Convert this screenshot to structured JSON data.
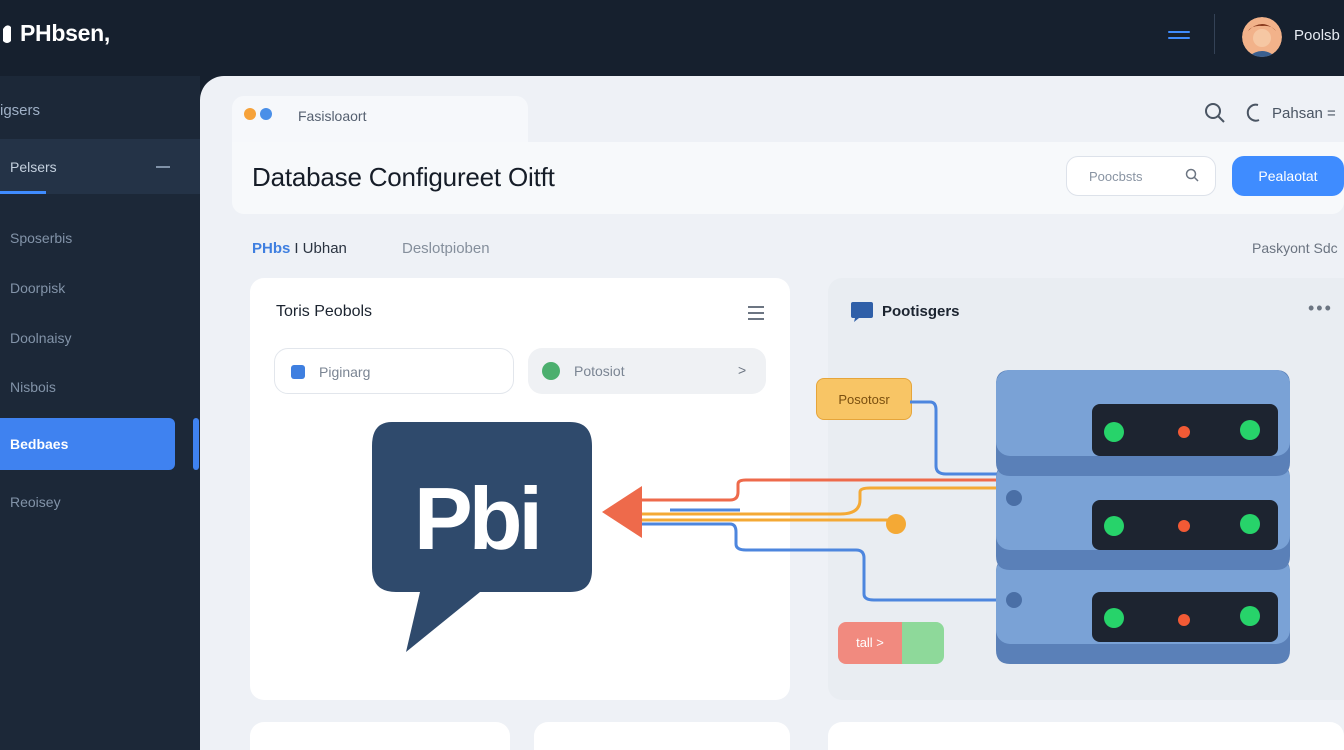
{
  "topbar": {
    "brand": "PHbsen,",
    "user_name": "Poolsb"
  },
  "sidebar": {
    "heading": "igsers",
    "group_label": "Pelsers",
    "items": [
      "Sposerbis",
      "Doorpisk",
      "Doolnaisy",
      "Nisbois"
    ],
    "active_item": "Bedbaes",
    "bottom_item": "Reoisey"
  },
  "main": {
    "tab_label": "Fasisloaort",
    "page_title": "Database Configureet Oitft",
    "search_placeholder": "Poocbsts",
    "primary_button": "Pealaotat",
    "top_right_label": "Pahsan =",
    "breadcrumb": {
      "first": "PHbs",
      "second": "I Ubhan",
      "third": "Deslotpioben",
      "right": "Paskyont Sdc"
    }
  },
  "left_card": {
    "title": "Toris Peobols",
    "input_label": "Piginarg",
    "select_label": "Potosiot",
    "select_arrow": ">",
    "logo_text": "Pbi"
  },
  "right_card": {
    "title": "Pootisgers",
    "more": "•••",
    "node_label": "Posotosr",
    "status_label": "tall >"
  },
  "colors": {
    "accent": "#3f8cff",
    "sidebar_bg": "#1c2838",
    "logo": "#2f4a6c",
    "server": "#6a92c8",
    "led_green": "#27d36a",
    "led_red": "#f25a35",
    "flow_orange": "#f4a935",
    "flow_blue": "#4d86de",
    "arrow": "#ee6a4b"
  }
}
